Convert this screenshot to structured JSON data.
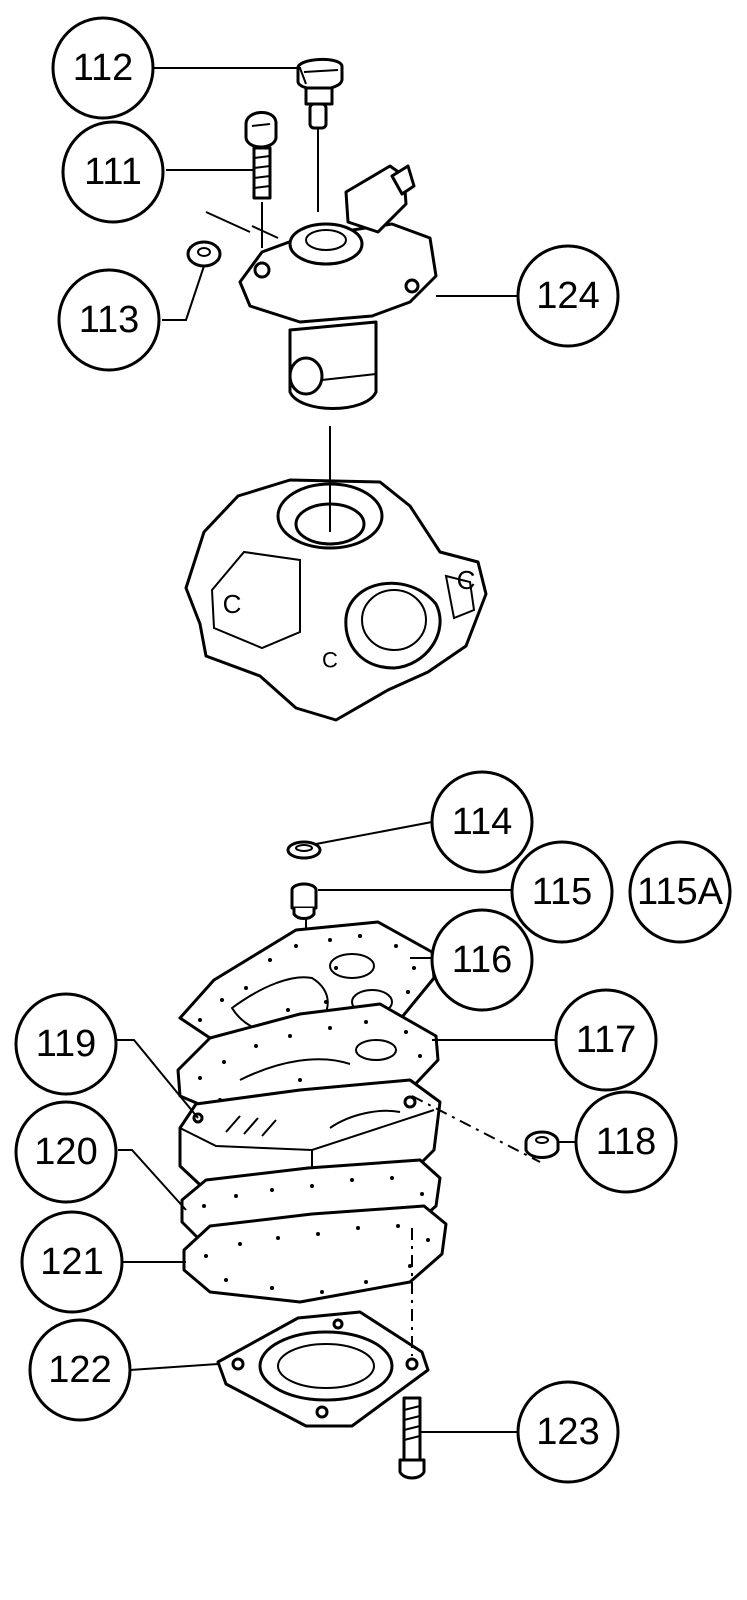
{
  "callouts": [
    {
      "id": "111",
      "label": "111"
    },
    {
      "id": "112",
      "label": "112"
    },
    {
      "id": "113",
      "label": "113"
    },
    {
      "id": "114",
      "label": "114"
    },
    {
      "id": "115",
      "label": "115"
    },
    {
      "id": "115A",
      "label": "115A"
    },
    {
      "id": "116",
      "label": "116"
    },
    {
      "id": "117",
      "label": "117"
    },
    {
      "id": "118",
      "label": "118"
    },
    {
      "id": "119",
      "label": "119"
    },
    {
      "id": "120",
      "label": "120"
    },
    {
      "id": "121",
      "label": "121"
    },
    {
      "id": "122",
      "label": "122"
    },
    {
      "id": "123",
      "label": "123"
    },
    {
      "id": "124",
      "label": "124"
    }
  ]
}
